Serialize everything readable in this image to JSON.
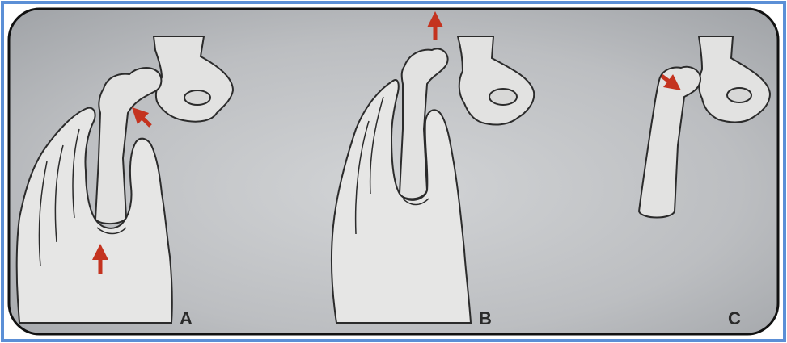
{
  "figure": {
    "panels": [
      {
        "id": "A",
        "label": "A"
      },
      {
        "id": "B",
        "label": "B"
      },
      {
        "id": "C",
        "label": "C"
      }
    ]
  },
  "colors": {
    "outer_border": "#5b8fd6",
    "frame_stroke": "#111111",
    "background": "#b9bcc0",
    "bone_fill": "#e2e2e1",
    "line": "#2b2b2b",
    "arrow": "#c4331f"
  },
  "icons": [
    "hand-icon",
    "femur-icon",
    "pelvis-icon",
    "arrow-icon"
  ]
}
